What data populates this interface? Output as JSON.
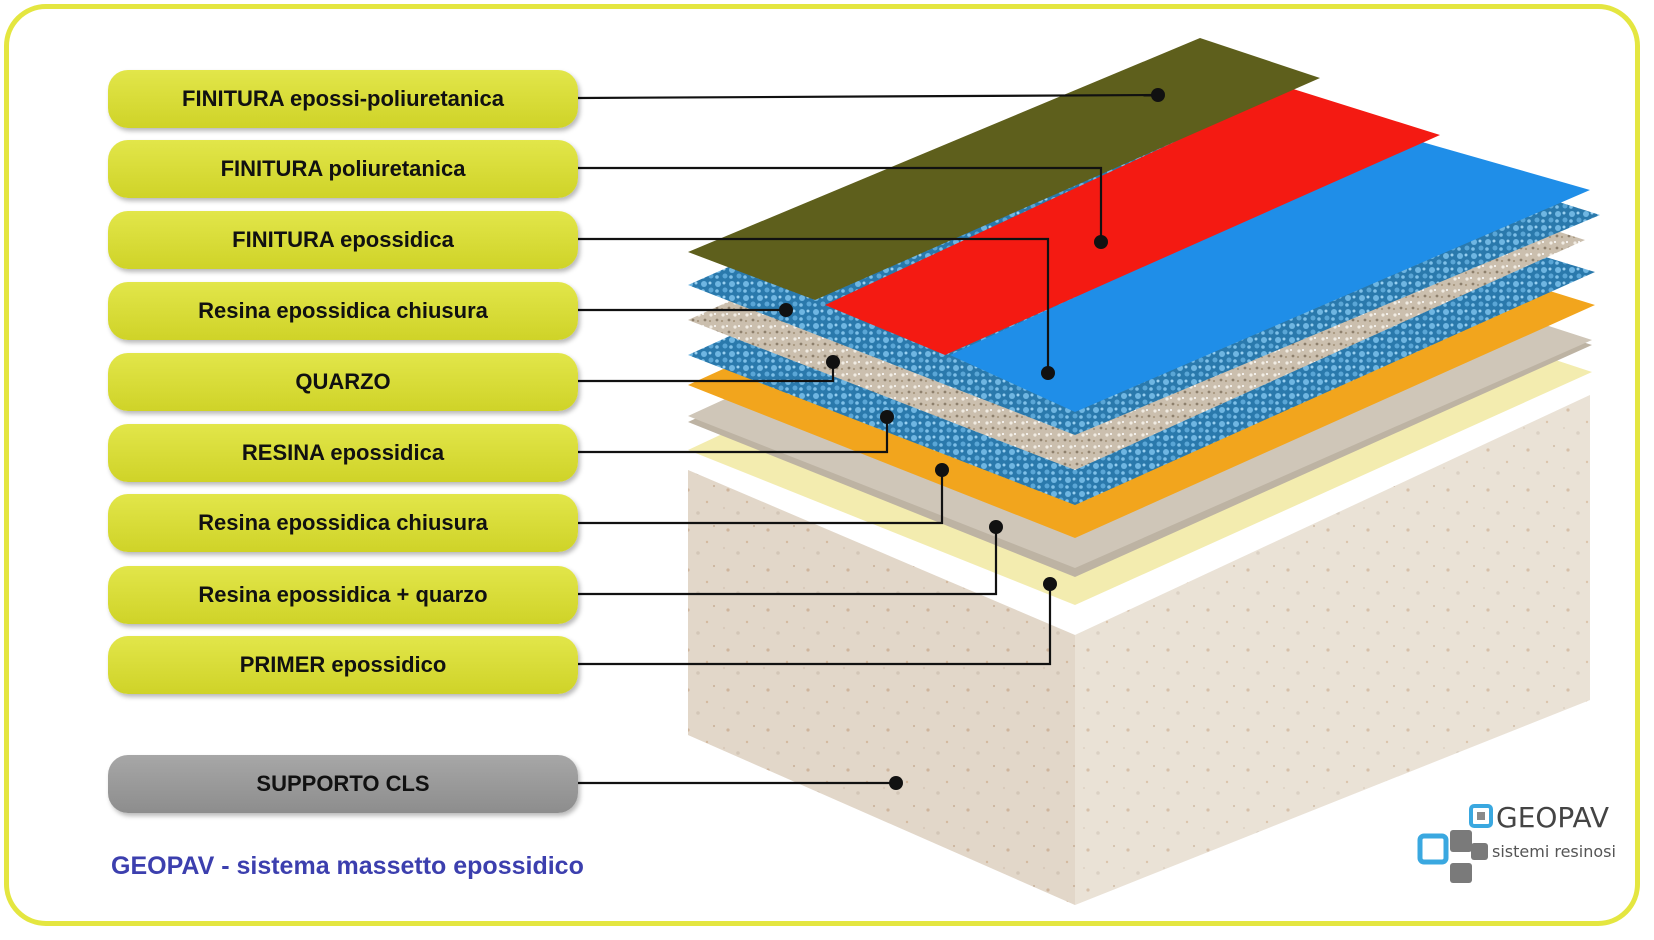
{
  "layers": [
    {
      "label": "FINITURA epossi-poliuretanica"
    },
    {
      "label": "FINITURA poliuretanica"
    },
    {
      "label": "FINITURA epossidica"
    },
    {
      "label": "Resina epossidica chiusura"
    },
    {
      "label": "QUARZO"
    },
    {
      "label": "RESINA epossidica"
    },
    {
      "label": "Resina epossidica chiusura"
    },
    {
      "label": "Resina epossidica + quarzo"
    },
    {
      "label": "PRIMER epossidico"
    }
  ],
  "support": {
    "label": "SUPPORTO CLS"
  },
  "caption": "GEOPAV - sistema massetto epossidico",
  "logo": {
    "name": "GEOPAV",
    "tagline": "sistemi resinosi"
  },
  "colors": {
    "label_fill": "#d8dc34",
    "support_fill": "#9a9a9a",
    "caption_text": "#3c3fae",
    "frame_border": "#e4e640",
    "finish_olive": "#5e5f1c",
    "finish_red": "#f41a12",
    "finish_blue": "#1f8ee8",
    "resin_blue": "#2f7fb3",
    "quartz": "#cdc3b3",
    "resin_orange": "#f2a51d",
    "primer": "#f3ecaf",
    "concrete": "#e6dccf",
    "logo_accent": "#3aa8e0"
  }
}
